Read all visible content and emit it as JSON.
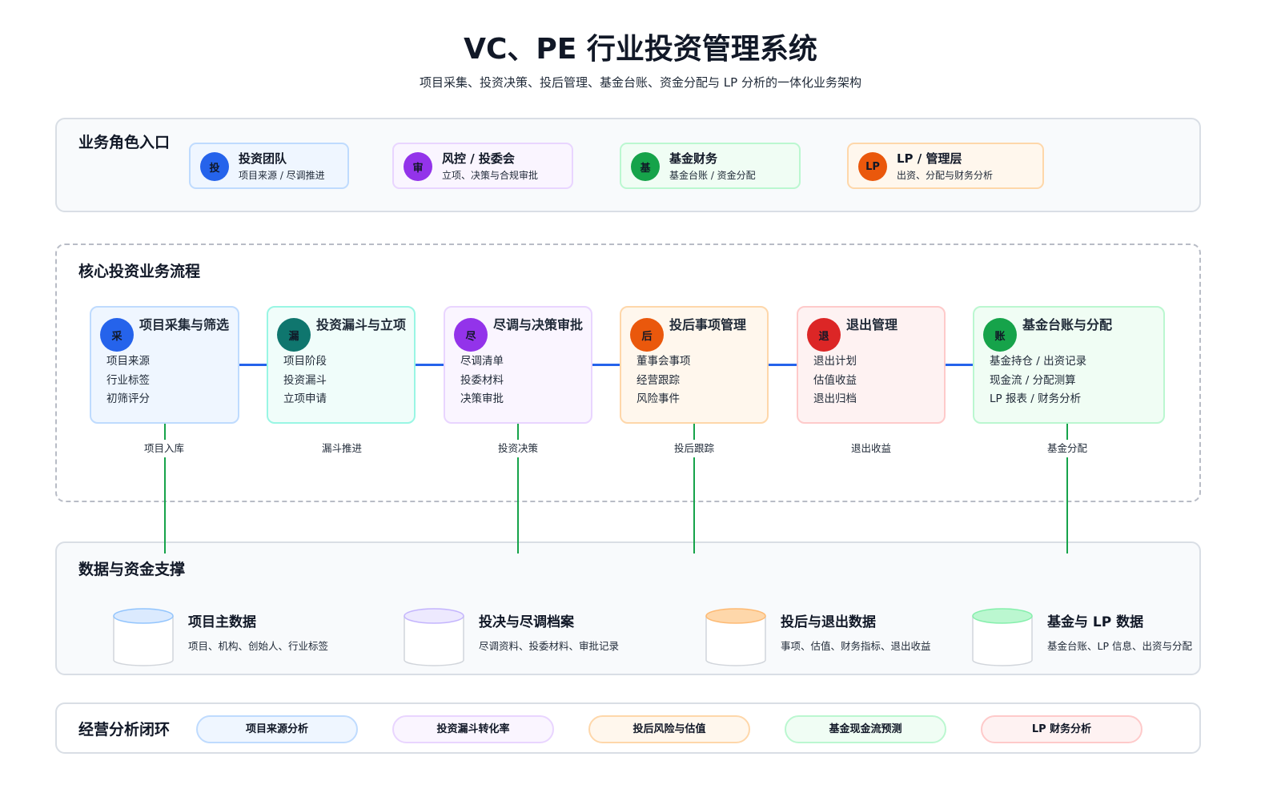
{
  "header": {
    "title": "VC、PE 行业投资管理系统",
    "subtitle": "项目采集、投资决策、投后管理、基金台账、资金分配与 LP 分析的一体化业务架构"
  },
  "roles": {
    "label": "业务角色入口",
    "items": [
      {
        "badge": "投",
        "name": "投资团队",
        "desc": "项目来源 / 尽调推进",
        "color": "#2563eb",
        "bg": "#eff6ff",
        "border": "#bfdbfe"
      },
      {
        "badge": "审",
        "name": "风控 / 投委会",
        "desc": "立项、决策与合规审批",
        "color": "#9333ea",
        "bg": "#faf5ff",
        "border": "#e9d5ff"
      },
      {
        "badge": "基",
        "name": "基金财务",
        "desc": "基金台账 / 资金分配",
        "color": "#16a34a",
        "bg": "#f0fdf4",
        "border": "#bbf7d0"
      },
      {
        "badge": "LP",
        "name": "LP / 管理层",
        "desc": "出资、分配与财务分析",
        "color": "#ea580c",
        "bg": "#fff7ed",
        "border": "#fed7aa"
      }
    ]
  },
  "process": {
    "label": "核心投资业务流程",
    "stages": [
      {
        "badge": "采",
        "title": "项目采集与筛选",
        "items": [
          "项目来源",
          "行业标签",
          "初筛评分"
        ],
        "color": "#2563eb",
        "bg": "#eff6ff",
        "border": "#bfdbfe",
        "flow": "项目入库"
      },
      {
        "badge": "漏",
        "title": "投资漏斗与立项",
        "items": [
          "项目阶段",
          "投资漏斗",
          "立项申请"
        ],
        "color": "#0f766e",
        "bg": "#f0fdfa",
        "border": "#99f6e4",
        "flow": "漏斗推进"
      },
      {
        "badge": "尽",
        "title": "尽调与决策审批",
        "items": [
          "尽调清单",
          "投委材料",
          "决策审批"
        ],
        "color": "#9333ea",
        "bg": "#faf5ff",
        "border": "#e9d5ff",
        "flow": "投资决策"
      },
      {
        "badge": "后",
        "title": "投后事项管理",
        "items": [
          "董事会事项",
          "经营跟踪",
          "风险事件"
        ],
        "color": "#ea580c",
        "bg": "#fff7ed",
        "border": "#fed7aa",
        "flow": "投后跟踪"
      },
      {
        "badge": "退",
        "title": "退出管理",
        "items": [
          "退出计划",
          "估值收益",
          "退出归档"
        ],
        "color": "#dc2626",
        "bg": "#fef2f2",
        "border": "#fecaca",
        "flow": "退出收益"
      },
      {
        "badge": "账",
        "title": "基金台账与分配",
        "items": [
          "基金持仓 / 出资记录",
          "现金流 / 分配测算",
          "LP 报表 / 财务分析"
        ],
        "color": "#16a34a",
        "bg": "#f0fdf4",
        "border": "#bbf7d0",
        "flow": "基金分配"
      }
    ],
    "connector_color": "#2563eb",
    "link_color": "#16a34a"
  },
  "data_support": {
    "label": "数据与资金支撑",
    "stores": [
      {
        "name": "项目主数据",
        "desc": "项目、机构、创始人、行业标签",
        "top": "#dbeafe",
        "stroke": "#93c5fd"
      },
      {
        "name": "投决与尽调档案",
        "desc": "尽调资料、投委材料、审批记录",
        "top": "#ede9fe",
        "stroke": "#c4b5fd"
      },
      {
        "name": "投后与退出数据",
        "desc": "事项、估值、财务指标、退出收益",
        "top": "#fed7aa",
        "stroke": "#fdba74"
      },
      {
        "name": "基金与 LP 数据",
        "desc": "基金台账、LP 信息、出资与分配",
        "top": "#bbf7d0",
        "stroke": "#86efac"
      }
    ]
  },
  "analytics": {
    "label": "经营分析闭环",
    "items": [
      {
        "name": "项目来源分析",
        "bg": "#eff6ff",
        "border": "#bfdbfe"
      },
      {
        "name": "投资漏斗转化率",
        "bg": "#faf5ff",
        "border": "#e9d5ff"
      },
      {
        "name": "投后风险与估值",
        "bg": "#fff7ed",
        "border": "#fed7aa"
      },
      {
        "name": "基金现金流预测",
        "bg": "#f0fdf4",
        "border": "#bbf7d0"
      },
      {
        "name": "LP 财务分析",
        "bg": "#fef2f2",
        "border": "#fecaca"
      }
    ]
  }
}
